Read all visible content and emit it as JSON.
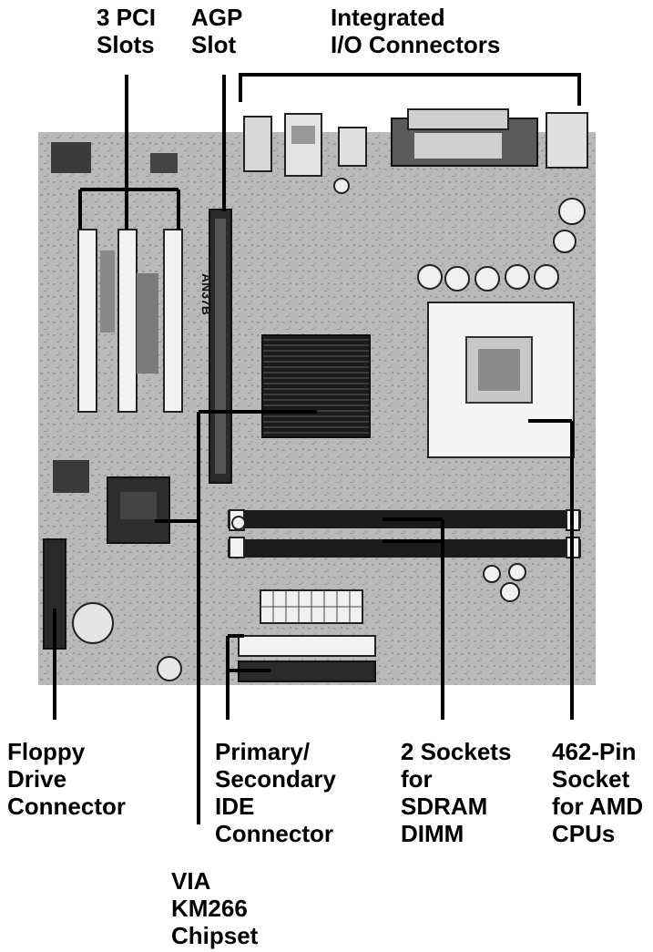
{
  "labels": {
    "pci": [
      "3 PCI",
      "Slots"
    ],
    "agp": [
      "AGP",
      "Slot"
    ],
    "io": [
      "Integrated",
      "I/O Connectors"
    ],
    "floppy": [
      "Floppy",
      "Drive",
      "Connector"
    ],
    "ide": [
      "Primary/",
      "Secondary",
      "IDE",
      "Connector"
    ],
    "sdram": [
      "2 Sockets",
      "for",
      "SDRAM",
      "DIMM"
    ],
    "socket": [
      "462-Pin",
      "Socket",
      "for AMD",
      "CPUs"
    ],
    "chipset": [
      "VIA",
      "KM266",
      "Chipset"
    ]
  },
  "board_markings": {
    "agp_text": "AN37B"
  },
  "colors": {
    "ink": "#000000",
    "board": "#b9b9b9",
    "pcb_dark": "#5a5a5a"
  }
}
